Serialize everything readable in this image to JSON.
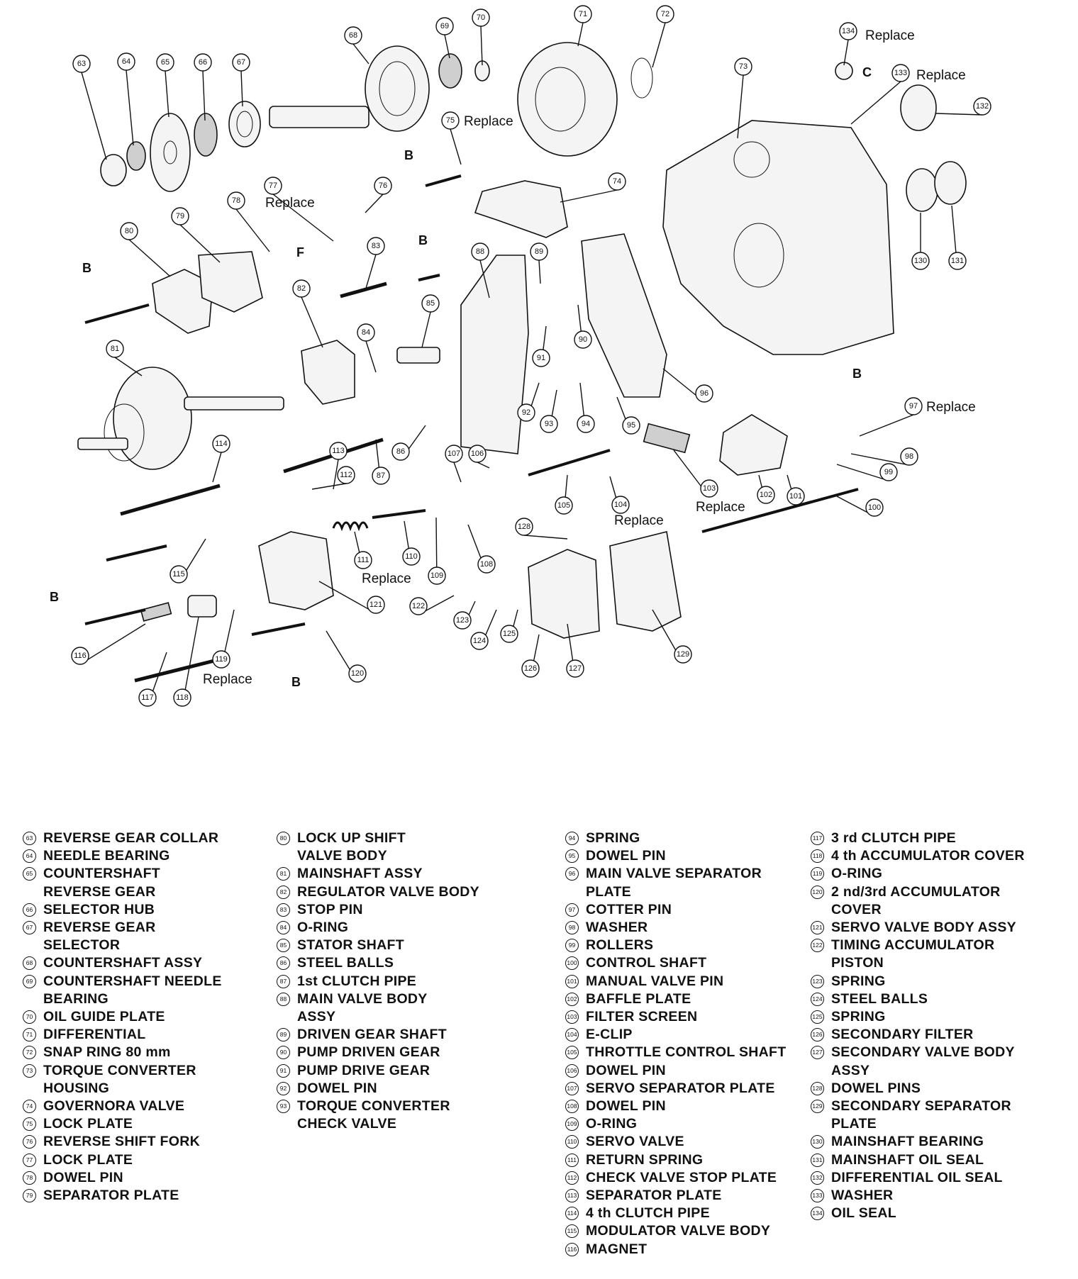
{
  "diagram": {
    "annotations": {
      "replace": "Replace",
      "bolt_b": "B",
      "bolt_c": "C",
      "bolt_f": "F"
    }
  },
  "legend": {
    "columns": [
      [
        {
          "num": "63",
          "text": "REVERSE GEAR COLLAR"
        },
        {
          "num": "64",
          "text": "NEEDLE BEARING"
        },
        {
          "num": "65",
          "text": "COUNTERSHAFT\nREVERSE GEAR"
        },
        {
          "num": "66",
          "text": "SELECTOR HUB"
        },
        {
          "num": "67",
          "text": "REVERSE GEAR\nSELECTOR"
        },
        {
          "num": "68",
          "text": "COUNTERSHAFT ASSY"
        },
        {
          "num": "69",
          "text": "COUNTERSHAFT NEEDLE\nBEARING"
        },
        {
          "num": "70",
          "text": "OIL GUIDE PLATE"
        },
        {
          "num": "71",
          "text": "DIFFERENTIAL"
        },
        {
          "num": "72",
          "text": "SNAP RING 80 mm"
        },
        {
          "num": "73",
          "text": "TORQUE CONVERTER\nHOUSING"
        },
        {
          "num": "74",
          "text": "GOVERNORA VALVE"
        },
        {
          "num": "75",
          "text": "LOCK PLATE"
        },
        {
          "num": "76",
          "text": "REVERSE SHIFT FORK"
        },
        {
          "num": "77",
          "text": "LOCK PLATE"
        },
        {
          "num": "78",
          "text": "DOWEL PIN"
        },
        {
          "num": "79",
          "text": "SEPARATOR PLATE"
        }
      ],
      [
        {
          "num": "80",
          "text": "LOCK UP SHIFT\nVALVE BODY"
        },
        {
          "num": "81",
          "text": "MAINSHAFT ASSY"
        },
        {
          "num": "82",
          "text": "REGULATOR VALVE BODY"
        },
        {
          "num": "83",
          "text": "STOP PIN"
        },
        {
          "num": "84",
          "text": "O-RING"
        },
        {
          "num": "85",
          "text": "STATOR SHAFT"
        },
        {
          "num": "86",
          "text": "STEEL BALLS"
        },
        {
          "num": "87",
          "text": "1st CLUTCH PIPE"
        },
        {
          "num": "88",
          "text": "MAIN VALVE BODY\nASSY"
        },
        {
          "num": "89",
          "text": "DRIVEN GEAR SHAFT"
        },
        {
          "num": "90",
          "text": "PUMP DRIVEN GEAR"
        },
        {
          "num": "91",
          "text": "PUMP DRIVE GEAR"
        },
        {
          "num": "92",
          "text": "DOWEL PIN"
        },
        {
          "num": "93",
          "text": "TORQUE CONVERTER\nCHECK VALVE"
        }
      ],
      [
        {
          "num": "94",
          "text": "SPRING"
        },
        {
          "num": "95",
          "text": "DOWEL PIN"
        },
        {
          "num": "96",
          "text": "MAIN VALVE SEPARATOR\nPLATE"
        },
        {
          "num": "97",
          "text": "COTTER PIN"
        },
        {
          "num": "98",
          "text": "WASHER"
        },
        {
          "num": "99",
          "text": "ROLLERS"
        },
        {
          "num": "100",
          "text": "CONTROL SHAFT"
        },
        {
          "num": "101",
          "text": "MANUAL VALVE PIN"
        },
        {
          "num": "102",
          "text": "BAFFLE PLATE"
        },
        {
          "num": "103",
          "text": "FILTER SCREEN"
        },
        {
          "num": "104",
          "text": "E-CLIP"
        },
        {
          "num": "105",
          "text": "THROTTLE CONTROL SHAFT"
        },
        {
          "num": "106",
          "text": "DOWEL PIN"
        },
        {
          "num": "107",
          "text": "SERVO SEPARATOR PLATE"
        },
        {
          "num": "108",
          "text": "DOWEL PIN"
        },
        {
          "num": "109",
          "text": "O-RING"
        },
        {
          "num": "110",
          "text": "SERVO VALVE"
        },
        {
          "num": "111",
          "text": "RETURN SPRING"
        },
        {
          "num": "112",
          "text": "CHECK VALVE STOP PLATE"
        },
        {
          "num": "113",
          "text": "SEPARATOR PLATE"
        },
        {
          "num": "114",
          "text": "4 th CLUTCH PIPE"
        },
        {
          "num": "115",
          "text": "MODULATOR VALVE BODY"
        },
        {
          "num": "116",
          "text": "MAGNET"
        }
      ],
      [
        {
          "num": "117",
          "text": "3 rd CLUTCH PIPE"
        },
        {
          "num": "118",
          "text": "4 th ACCUMULATOR COVER"
        },
        {
          "num": "119",
          "text": "O-RING"
        },
        {
          "num": "120",
          "text": "2 nd/3rd ACCUMULATOR\nCOVER"
        },
        {
          "num": "121",
          "text": "SERVO VALVE BODY ASSY"
        },
        {
          "num": "122",
          "text": "TIMING ACCUMULATOR\nPISTON"
        },
        {
          "num": "123",
          "text": "SPRING"
        },
        {
          "num": "124",
          "text": "STEEL BALLS"
        },
        {
          "num": "125",
          "text": "SPRING"
        },
        {
          "num": "126",
          "text": "SECONDARY FILTER"
        },
        {
          "num": "127",
          "text": "SECONDARY VALVE BODY\nASSY"
        },
        {
          "num": "128",
          "text": "DOWEL PINS"
        },
        {
          "num": "129",
          "text": "SECONDARY SEPARATOR\nPLATE"
        },
        {
          "num": "130",
          "text": "MAINSHAFT BEARING"
        },
        {
          "num": "131",
          "text": "MAINSHAFT OIL SEAL"
        },
        {
          "num": "132",
          "text": "DIFFERENTIAL OIL SEAL"
        },
        {
          "num": "133",
          "text": "WASHER"
        },
        {
          "num": "134",
          "text": "OIL SEAL"
        }
      ]
    ]
  }
}
